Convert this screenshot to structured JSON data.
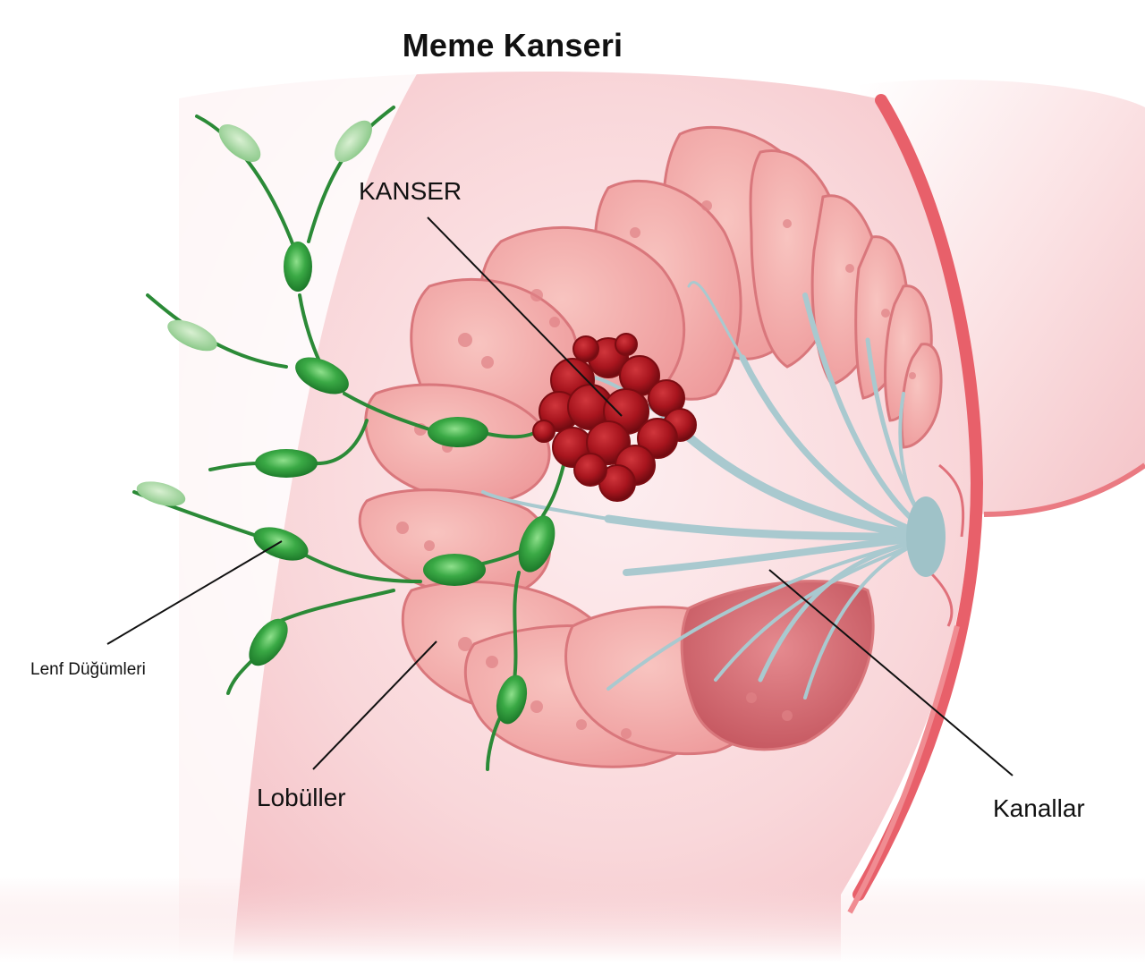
{
  "title": "Meme Kanseri",
  "labels": {
    "cancer": "KANSER",
    "lymph_nodes": "Lenf Düğümleri",
    "lobules": "Lobüller",
    "ducts": "Kanallar"
  },
  "colors": {
    "skin_light": "#fbe3e5",
    "skin_mid": "#f6c7cc",
    "skin_edge": "#e8606a",
    "lobule": "#f1a3a3",
    "lobule_edge": "#d9777c",
    "lobule_dark": "#c8585f",
    "tumor": "#a8151e",
    "tumor_dark": "#7c0c12",
    "duct": "#a9c9cf",
    "lymph_node": "#2e9a3c",
    "lymph_node_light": "#8ccf88",
    "lymph_vessel": "#2b8a37",
    "leader_line": "#111111"
  }
}
